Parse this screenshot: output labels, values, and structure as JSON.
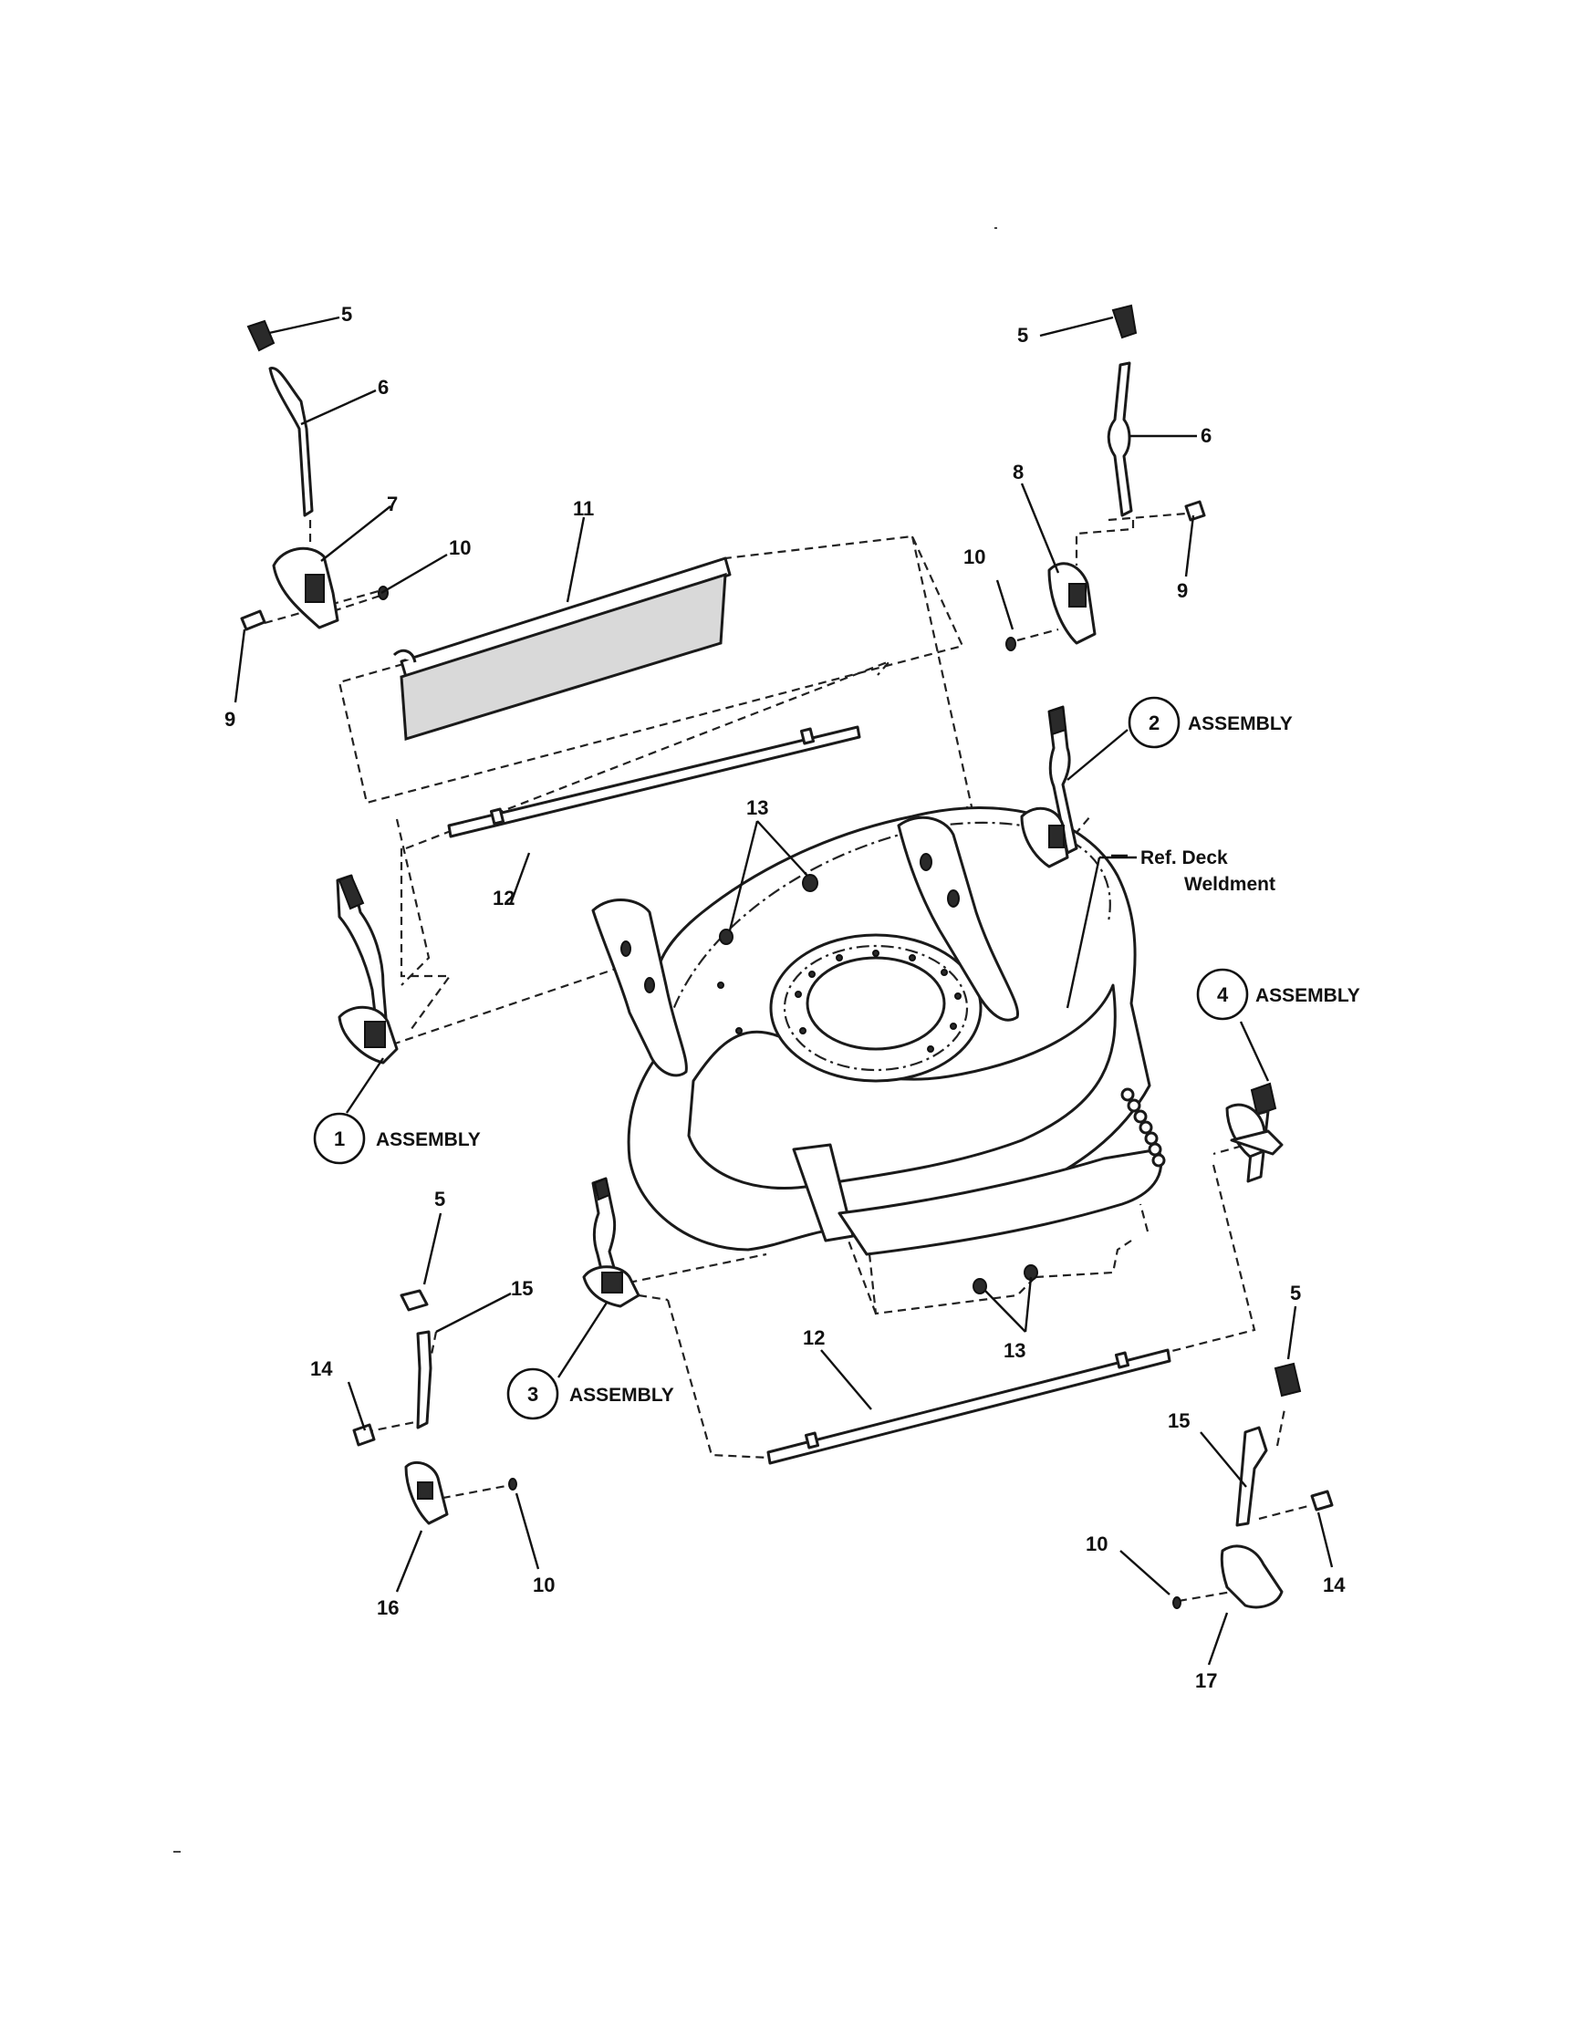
{
  "labels": {
    "l5a": "5",
    "l6a": "6",
    "l7": "7",
    "l10a": "10",
    "l9a": "9",
    "l11": "11",
    "l5b": "5",
    "l6b": "6",
    "l8": "8",
    "l10b": "10",
    "l9b": "9",
    "l12a": "12",
    "l13a": "13",
    "l5c": "5",
    "l15a": "15",
    "l14a": "14",
    "l16": "16",
    "l10c": "10",
    "l12b": "12",
    "l13b": "13",
    "l5d": "5",
    "l15b": "15",
    "l14b": "14",
    "l10d": "10",
    "l17": "17"
  },
  "assemblies": {
    "a1": {
      "number": "1",
      "text": "ASSEMBLY"
    },
    "a2": {
      "number": "2",
      "text": "ASSEMBLY"
    },
    "a3": {
      "number": "3",
      "text": "ASSEMBLY"
    },
    "a4": {
      "number": "4",
      "text": "ASSEMBLY"
    }
  },
  "reference": {
    "line1": "Ref. Deck",
    "line2": "Weldment"
  }
}
